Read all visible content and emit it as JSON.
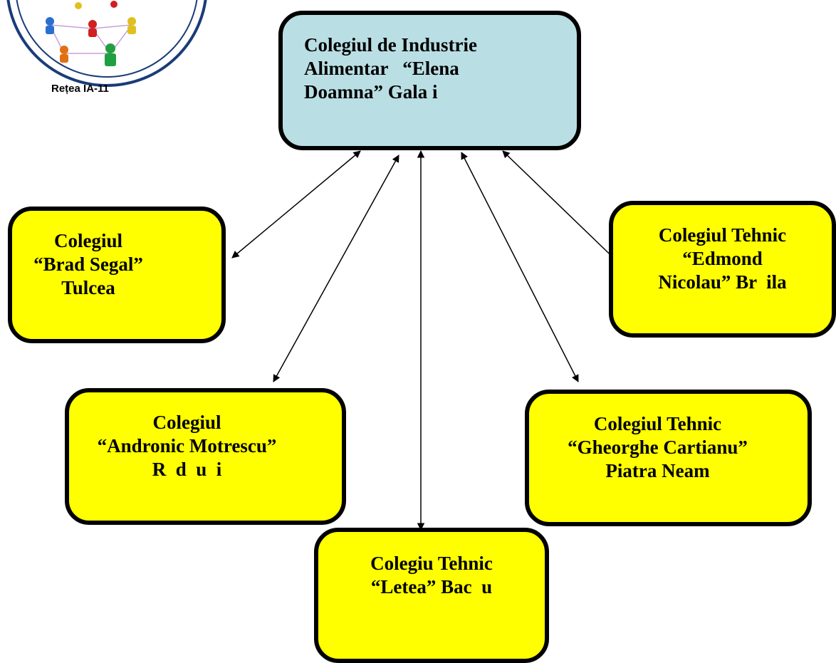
{
  "logo": {
    "text": "Rețea IA-11"
  },
  "nodes": {
    "hub": {
      "lines": [
        "Colegiul de Industrie",
        "Alimentar   “Elena",
        "Doamna” Gala i"
      ]
    },
    "tulcea": {
      "lines": [
        "Colegiul",
        "“Brad Segal”",
        "Tulcea"
      ]
    },
    "braila": {
      "lines": [
        "Colegiul Tehnic",
        "“Edmond",
        "Nicolau” Br  ila"
      ]
    },
    "radauti": {
      "lines": [
        "Colegiul",
        "“Andronic Motrescu”",
        "R  d  u  i"
      ]
    },
    "piatra": {
      "lines": [
        "Colegiul Tehnic",
        "“Gheorghe Cartianu”",
        "Piatra Neam"
      ]
    },
    "bacau": {
      "lines": [
        "Colegiu Tehnic",
        "“Letea” Bac  u"
      ]
    }
  },
  "colors": {
    "hub_fill": "#b9dfe4",
    "node_fill": "#ffff00",
    "border": "#000000"
  }
}
